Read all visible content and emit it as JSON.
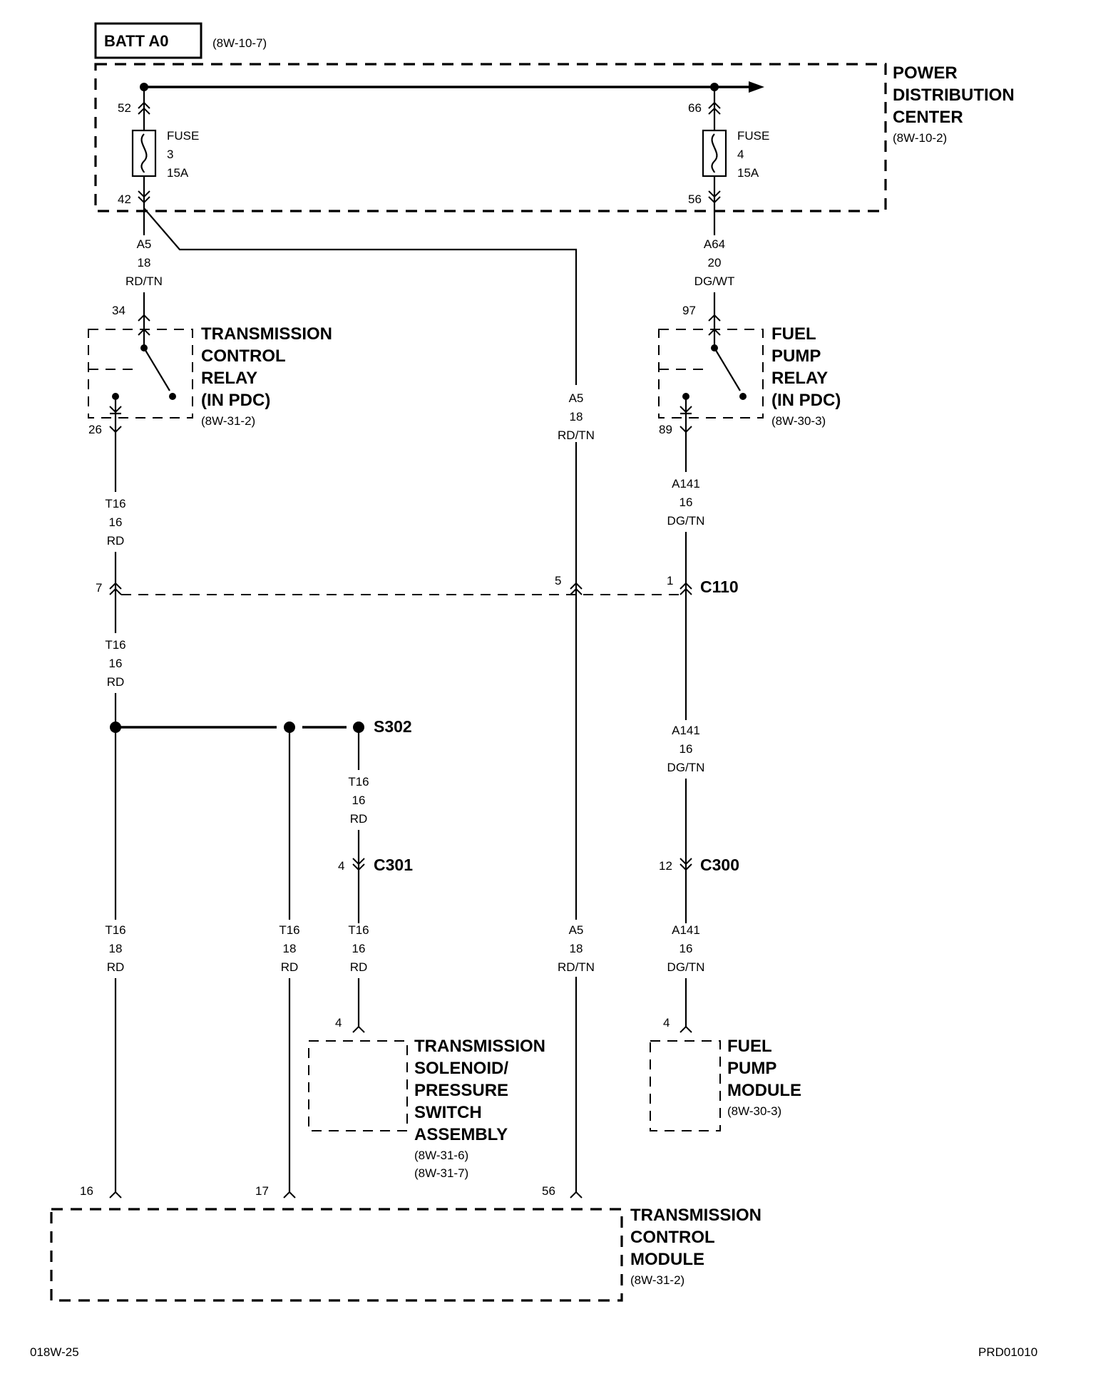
{
  "battery": {
    "label": "BATT A0",
    "ref": "(8W-10-7)"
  },
  "pdc": {
    "title": [
      "POWER",
      "DISTRIBUTION",
      "CENTER"
    ],
    "ref": "(8W-10-2)"
  },
  "fuse3": {
    "lines": [
      "FUSE",
      "3",
      "15A"
    ],
    "pin_in": "52",
    "pin_out": "42"
  },
  "fuse4": {
    "lines": [
      "FUSE",
      "4",
      "15A"
    ],
    "pin_in": "66",
    "pin_out": "56"
  },
  "wires": {
    "a5_top": [
      "A5",
      "18",
      "RD/TN"
    ],
    "a5_mid": [
      "A5",
      "18",
      "RD/TN"
    ],
    "a5_bot": [
      "A5",
      "18",
      "RD/TN"
    ],
    "a64": [
      "A64",
      "20",
      "DG/WT"
    ],
    "t16_1": [
      "T16",
      "16",
      "RD"
    ],
    "t16_2": [
      "T16",
      "16",
      "RD"
    ],
    "t16_3": [
      "T16",
      "16",
      "RD"
    ],
    "t16_4": [
      "T16",
      "16",
      "RD"
    ],
    "t16_18a": [
      "T16",
      "18",
      "RD"
    ],
    "t16_18b": [
      "T16",
      "18",
      "RD"
    ],
    "a141_1": [
      "A141",
      "16",
      "DG/TN"
    ],
    "a141_2": [
      "A141",
      "16",
      "DG/TN"
    ],
    "a141_3": [
      "A141",
      "16",
      "DG/TN"
    ]
  },
  "tcr": {
    "title": [
      "TRANSMISSION",
      "CONTROL",
      "RELAY",
      "(IN PDC)"
    ],
    "ref": "(8W-31-2)",
    "pin_in": "34",
    "pin_out": "26"
  },
  "fpr": {
    "title": [
      "FUEL",
      "PUMP",
      "RELAY",
      "(IN PDC)"
    ],
    "ref": "(8W-30-3)",
    "pin_in": "97",
    "pin_out": "89"
  },
  "c110": {
    "label": "C110",
    "pins": [
      "7",
      "5",
      "1"
    ]
  },
  "s302": {
    "label": "S302"
  },
  "c301": {
    "label": "C301",
    "pin": "4"
  },
  "c300": {
    "label": "C300",
    "pin": "12"
  },
  "solenoid": {
    "title": [
      "TRANSMISSION",
      "SOLENOID/",
      "PRESSURE",
      "SWITCH",
      "ASSEMBLY"
    ],
    "refs": [
      "(8W-31-6)",
      "(8W-31-7)"
    ],
    "pin": "4"
  },
  "fpm": {
    "title": [
      "FUEL",
      "PUMP",
      "MODULE"
    ],
    "ref": "(8W-30-3)",
    "pin": "4"
  },
  "tcm": {
    "title": [
      "TRANSMISSION",
      "CONTROL",
      "MODULE"
    ],
    "ref": "(8W-31-2)",
    "pins": [
      "16",
      "17",
      "56"
    ]
  },
  "footer": {
    "left": "018W-25",
    "right": "PRD01010"
  }
}
